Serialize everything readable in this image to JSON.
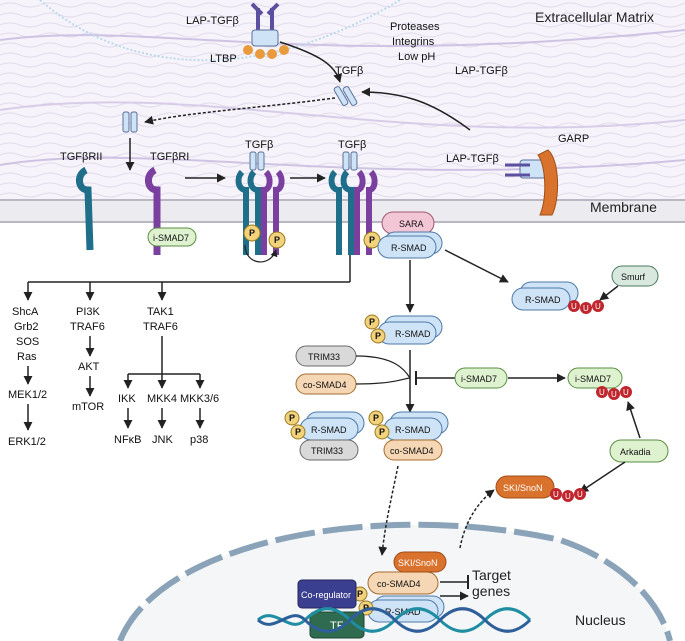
{
  "regions": {
    "ecm": "Extracellular Matrix",
    "membrane": "Membrane",
    "nucleus": "Nucleus"
  },
  "ligand": {
    "lap_tgfb": "LAP-TGFβ",
    "ltbp": "LTBP",
    "activators": [
      "Proteases",
      "Integrins",
      "Low pH"
    ],
    "tgfb": "TGFβ",
    "garp": "GARP"
  },
  "receptors": {
    "type2": "TGFβRII",
    "type1": "TGFβRI"
  },
  "smad": {
    "i_smad7": "i-SMAD7",
    "sara": "SARA",
    "r_smad": "R-SMAD",
    "co_smad4": "co-SMAD4",
    "trim33": "TRIM33",
    "smurf": "Smurf",
    "arkadia": "Arkadia",
    "ski_snon": "SKI/SnoN",
    "p": "P",
    "u": "U"
  },
  "noncanonical": {
    "erk_branch": [
      "ShcA",
      "Grb2",
      "SOS",
      "Ras"
    ],
    "mek": "MEK1/2",
    "erk": "ERK1/2",
    "pi3k_branch": [
      "PI3K",
      "TRAF6"
    ],
    "akt": "AKT",
    "mtor": "mTOR",
    "tak_branch": [
      "TAK1",
      "TRAF6"
    ],
    "ikk": "IKK",
    "nfkb": "NFκB",
    "mkk4": "MKK4",
    "jnk": "JNK",
    "mkk36": "MKK3/6",
    "p38": "p38"
  },
  "nuclear": {
    "coregulator": "Co-regulator",
    "tf": "TF",
    "target": [
      "Target",
      "genes"
    ]
  },
  "colors": {
    "receptor_type2": "#1f6f8b",
    "receptor_type1": "#7b3fa0",
    "r_smad_fill": "#cfe3f7",
    "co_smad_fill": "#f6d7b5",
    "i_smad_fill": "#dff2d0",
    "trim_fill": "#d9d9d9",
    "sara_fill": "#f3c6d6",
    "phos_fill": "#f2d27a",
    "ubiquitin_fill": "#c0262d",
    "ski_fill": "#d9722c",
    "garp_fill": "#d9722c",
    "tf_fill": "#2e6b4f",
    "coreg_fill": "#3b3f8f"
  }
}
